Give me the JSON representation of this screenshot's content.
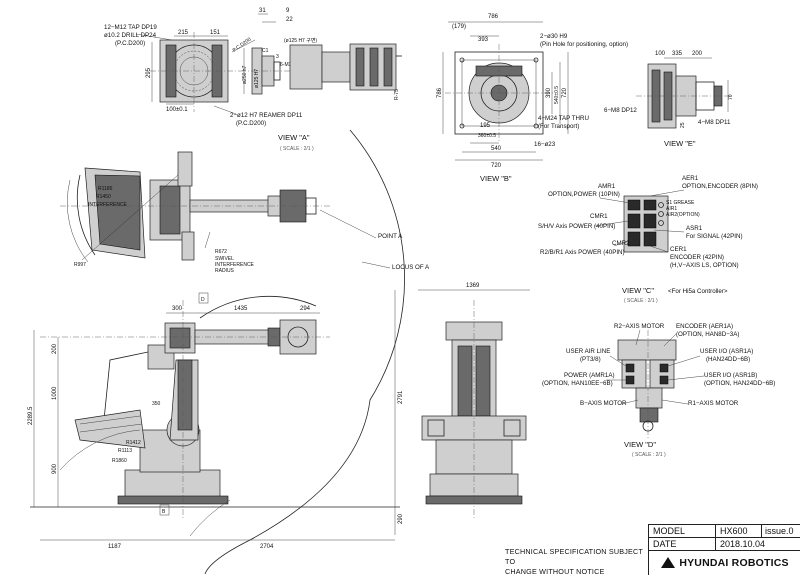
{
  "views": {
    "a": {
      "title": "VIEW \"A\"",
      "scale": "( SCALE : 2/1 )"
    },
    "b": {
      "title": "VIEW \"B\""
    },
    "c": {
      "title": "VIEW \"C\"",
      "subtitle": "<For Hi5a Controller>",
      "scale": "( SCALE : 2/1 )"
    },
    "d": {
      "title": "VIEW \"D\"",
      "scale": "( SCALE : 2/1 )"
    },
    "e": {
      "title": "VIEW \"E\""
    }
  },
  "view_a_labels": {
    "tap": "12−M12 TAP DP19",
    "drill": "ø10.2 DRILL DP24",
    "pcd_tap": "(P.C.D200)",
    "dim_215": "215",
    "dim_151": "151",
    "dim_295": "295",
    "dim_100": "100±0.1",
    "ream": "2−ø12 H7 REAMER DP11",
    "pcd_ream": "(P.C.D200)",
    "pcd_vert": "P.C.D200",
    "dim_31": "31",
    "dim_9": "9",
    "dim_22": "22",
    "c1": "C1",
    "d125": "(ø125 H7 구면)",
    "d250": "ø250 h7",
    "d125b": "ø125 H7",
    "d3": "3",
    "m30": "6-M30"
  },
  "view_b_labels": {
    "dim_179": "(179)",
    "dim_786": "786",
    "dim_393": "393",
    "pin_hole": "2−ø30 H9",
    "pin_note": "(Pin Hole for positioning, option)",
    "dim_786v": "786",
    "dim_390": "390",
    "dim_540v": "540±0.5",
    "dim_720v": "720",
    "tap_thru": "4−M24 TAP THRU",
    "transport": "(For Transport)",
    "dim_195": "195",
    "dim_360": "360±0.5",
    "dim_540": "540",
    "dim_720": "720",
    "holes": "16−ø23"
  },
  "view_e_labels": {
    "dim_100": "100",
    "dim_335": "335",
    "dim_200": "200",
    "m8_dp12": "6−M8 DP12",
    "m8_dp11": "4−M8 DP11",
    "dim_25": "25",
    "dim_70": "70"
  },
  "side_view_labels": {
    "r1186": "R1186",
    "r1450": "R1450",
    "interference": "INTERFERENCE",
    "r672": "R672",
    "swivel": "SWIVEL",
    "interference2": "INTERFERENCE",
    "radius": "RADIUS",
    "r997": "R997",
    "point_a": "POINT A",
    "locus": "LOCUS OF A",
    "dim_300": "300",
    "dim_1435": "1435",
    "dim_294": "294",
    "dim_200": "200",
    "dim_1000": "1000",
    "dim_2289": "2289.5",
    "dim_900": "900",
    "dim_1187": "1187",
    "dim_2704": "2704",
    "dim_2791": "2791",
    "dim_290": "290",
    "dim_350": "350",
    "r1113": "R1113",
    "r1412": "R1412",
    "r1860": "R1860",
    "arrow_b": "B",
    "arrow_d": "D",
    "front_1369": "1369"
  },
  "view_c_labels": {
    "amr1": "AMR1",
    "amr1_desc": "OPTION,POWER (10PIN)",
    "aer1": "AER1",
    "aer1_desc": "OPTION,ENCODER (8PIN)",
    "grease": "S1 GREASE",
    "air1": "AIR1",
    "air2": "AIR2(OPTION)",
    "cmr1": "CMR1",
    "cmr1_desc": "S/H/V Axis POWER (40PIN)",
    "asr1": "ASR1",
    "asr1_desc": "For SIGNAL (42PIN)",
    "cmr2": "CMR2",
    "cmr2_desc": "R2/B/R1 Axis POWER (40PIN)",
    "cer1": "CER1",
    "cer1_desc1": "ENCODER (42PIN)",
    "cer1_desc2": "(H,V−AXIS LS, OPTION)"
  },
  "view_d_labels": {
    "r2": "R2−AXIS MOTOR",
    "enc": "ENCODER (AER1A)",
    "enc_opt": "(OPTION, HAN8D−3A)",
    "air": "USER AIR LINE",
    "air_pt": "(PT3/8)",
    "io1": "USER I/O (ASR1A)",
    "io1_han": "(HAN24DD−6B)",
    "power": "POWER (AMR1A)",
    "power_opt": "(OPTION, HAN10EE−6B)",
    "io2": "USER I/O (ASR1B)",
    "io2_opt": "(OPTION, HAN24DD−6B)",
    "b_axis": "B−AXIS MOTOR",
    "r1": "R1−AXIS MOTOR"
  },
  "title_block": {
    "model_label": "MODEL",
    "model_value": "HX600",
    "issue": "issue.0",
    "date_label": "DATE",
    "date_value": "2018.10.04",
    "company": "HYUNDAI ROBOTICS"
  },
  "spec_note": {
    "line1": "TECHNICAL SPECIFICATION SUBJECT TO",
    "line2": "CHANGE WITHOUT NOTICE"
  },
  "icons": [
    "hyundai-logo-icon",
    "view-arrow-icon"
  ]
}
